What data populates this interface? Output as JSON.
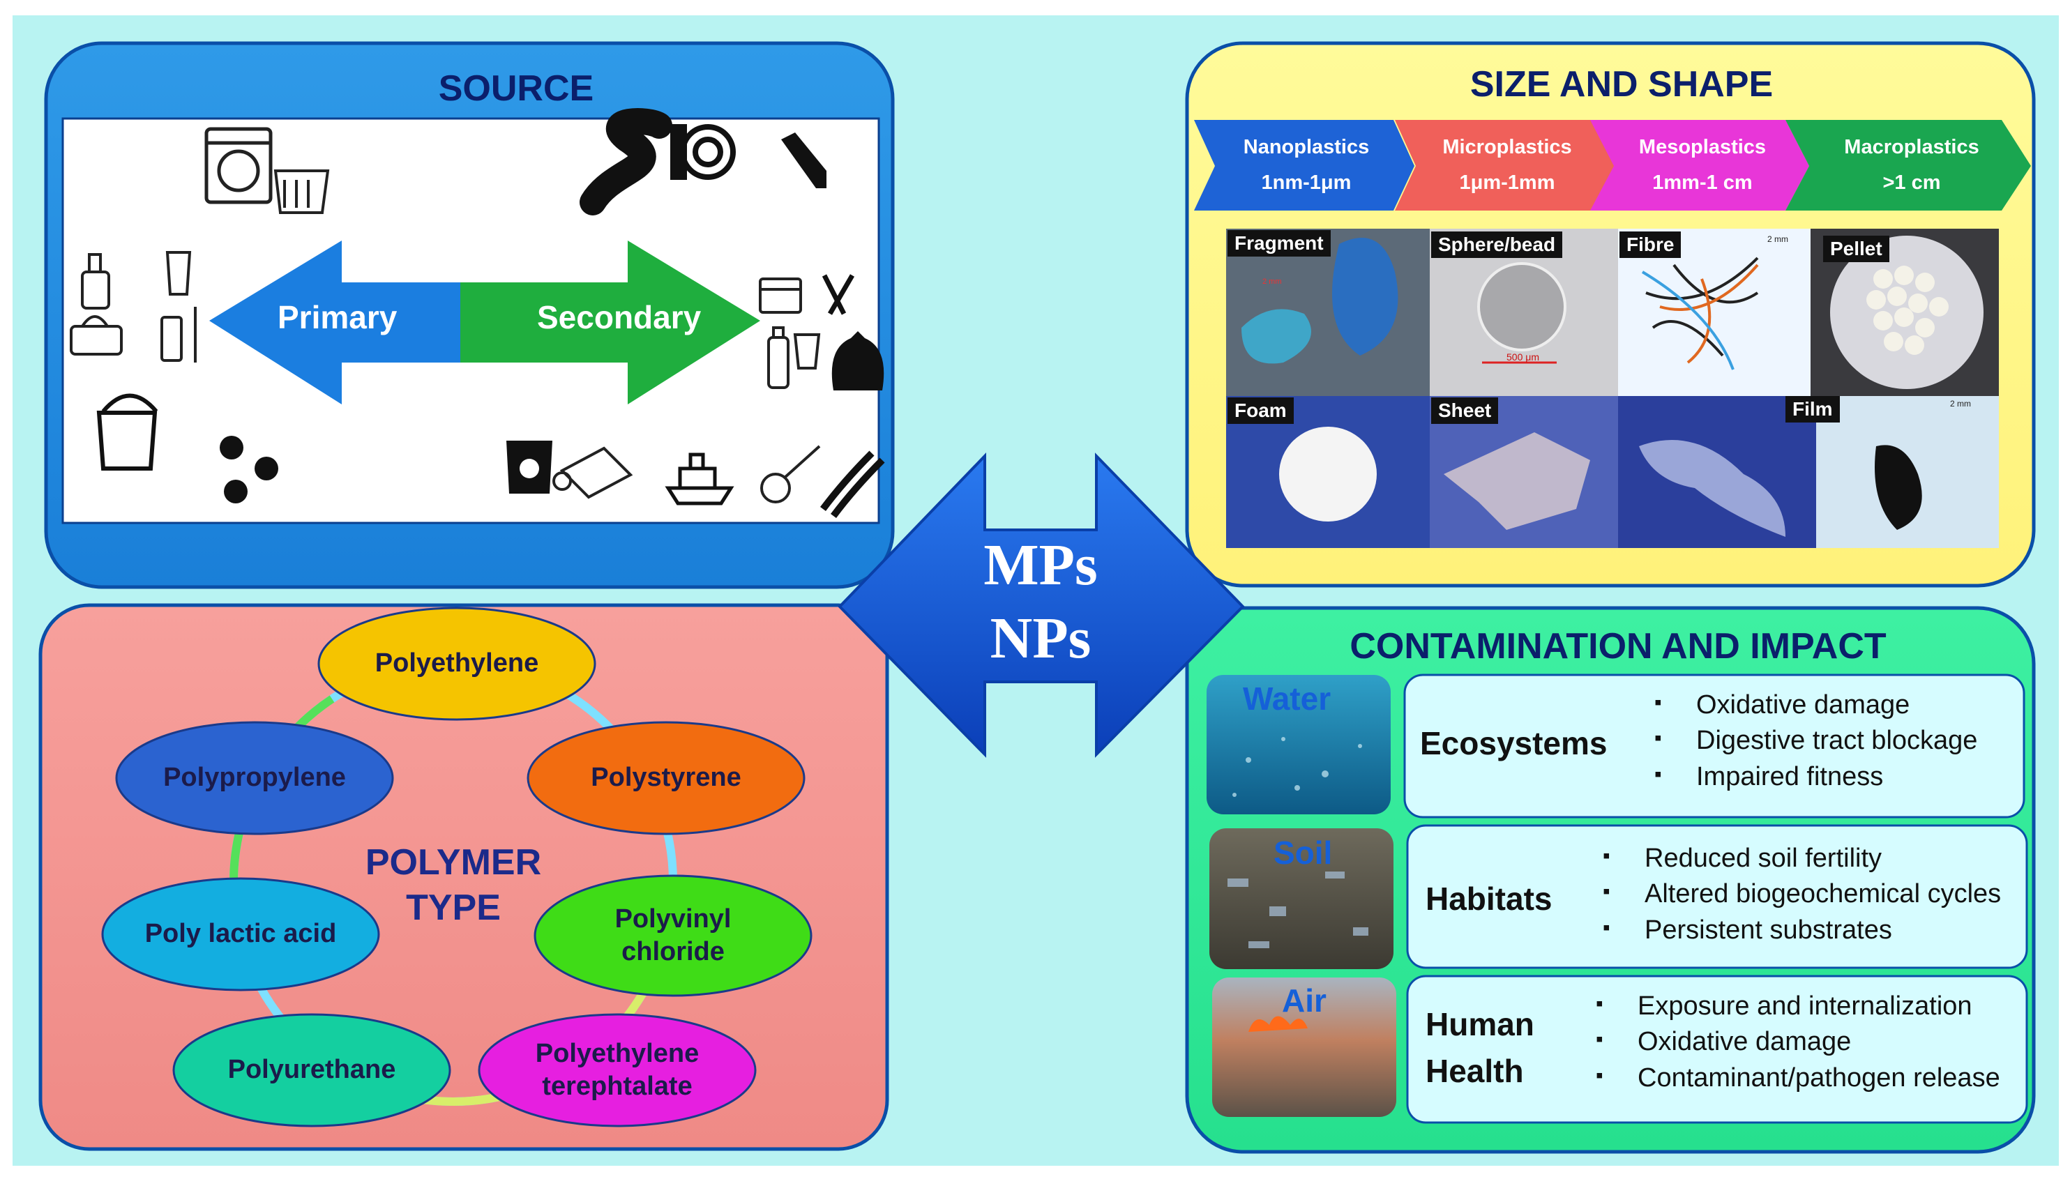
{
  "source": {
    "title": "SOURCE",
    "primary_label": "Primary",
    "secondary_label": "Secondary",
    "icons": [
      "washing-machine-icon",
      "laundry-basket-icon",
      "road-icon",
      "tire-icon",
      "sneaker-icon",
      "soap-bottle-icon",
      "tube-icon",
      "wet-wipes-icon",
      "toothbrush-icon",
      "paint-bucket-icon",
      "beads-icon",
      "food-container-icon",
      "cutlery-icon",
      "bottle-icon",
      "cup-icon",
      "garbage-bag-icon",
      "fertilizer-bag-icon",
      "plastic-film-roll-icon",
      "ship-icon",
      "fishing-net-icon",
      "rope-icon"
    ]
  },
  "size_shape": {
    "title": "SIZE AND SHAPE",
    "classes": [
      {
        "name": "Nanoplastics",
        "range": "1nm-1μm",
        "color": "#1e63d6"
      },
      {
        "name": "Microplastics",
        "range": "1μm-1mm",
        "color": "#f0605a"
      },
      {
        "name": "Mesoplastics",
        "range": "1mm-1 cm",
        "color": "#e836d8"
      },
      {
        "name": "Macroplastics",
        "range": ">1 cm",
        "color": "#1aa650"
      }
    ],
    "shapes": [
      "Fragment",
      "Sphere/bead",
      "Fibre",
      "Pellet",
      "Foam",
      "Sheet",
      "Film"
    ],
    "scale_labels": [
      "2 mm",
      "500 μm",
      "2 mm",
      "2 mm"
    ]
  },
  "center": {
    "line1": "MPs",
    "line2": "NPs"
  },
  "polymer": {
    "title_line1": "POLYMER",
    "title_line2": "TYPE",
    "types": [
      {
        "label": "Polyethylene",
        "color": "#f5c400"
      },
      {
        "label": "Polystyrene",
        "color": "#f26c10"
      },
      {
        "label": "Polyvinyl chloride",
        "color": "#3fdc17"
      },
      {
        "label": "Polyethylene terephtalate",
        "color": "#e61fe0"
      },
      {
        "label": "Polyurethane",
        "color": "#14cfa0"
      },
      {
        "label": "Poly lactic acid",
        "color": "#13aee0"
      },
      {
        "label": "Polypropylene",
        "color": "#2b63d0"
      }
    ]
  },
  "contamination": {
    "title": "CONTAMINATION AND IMPACT",
    "rows": [
      {
        "medium": "Water",
        "category": "Ecosystems",
        "impacts": [
          "Oxidative damage",
          "Digestive tract blockage",
          "Impaired fitness"
        ]
      },
      {
        "medium": "Soil",
        "category": "Habitats",
        "impacts": [
          "Reduced soil fertility",
          "Altered biogeochemical cycles",
          "Persistent substrates"
        ]
      },
      {
        "medium": "Air",
        "category_line1": "Human",
        "category_line2": "Health",
        "impacts": [
          "Exposure and internalization",
          "Oxidative damage",
          "Contaminant/pathogen release"
        ]
      }
    ]
  }
}
